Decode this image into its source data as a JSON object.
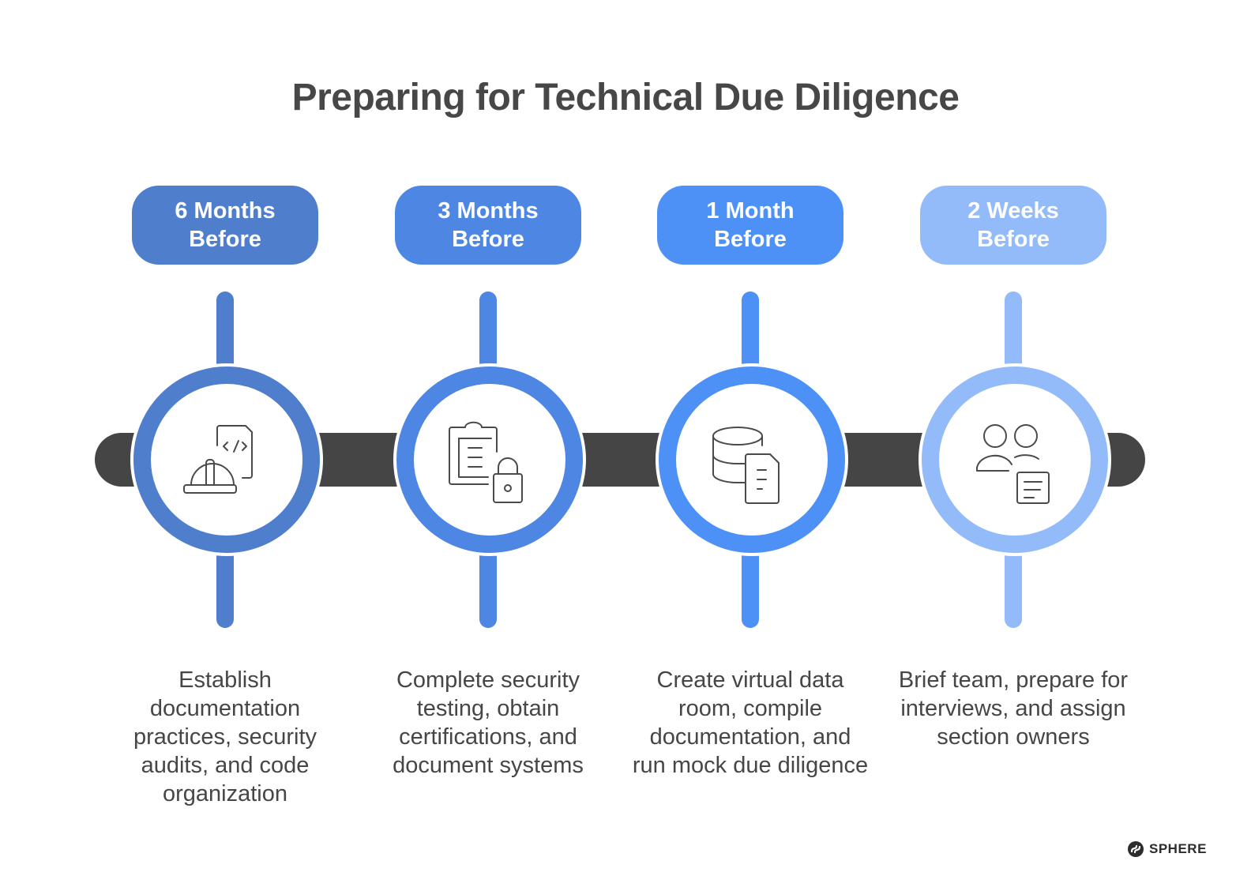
{
  "title": "Preparing for Technical Due Diligence",
  "colors": {
    "track": "#454545",
    "stage1": "#4f7fcc",
    "stage2": "#4d86e3",
    "stage3": "#4d91f7",
    "stage4": "#93bbf9"
  },
  "stages": [
    {
      "label_line1": "6 Months",
      "label_line2": "Before",
      "icon": "hardhat-code-document-icon",
      "description": "Establish documentation practices, security audits, and code organization"
    },
    {
      "label_line1": "3 Months",
      "label_line2": "Before",
      "icon": "clipboard-lock-icon",
      "description": "Complete security testing, obtain certifications, and document systems"
    },
    {
      "label_line1": "1 Month",
      "label_line2": "Before",
      "icon": "database-document-icon",
      "description": "Create virtual data room, compile documentation, and run mock due diligence"
    },
    {
      "label_line1": "2 Weeks",
      "label_line2": "Before",
      "icon": "team-document-icon",
      "description": "Brief team, prepare for interviews, and assign section owners"
    }
  ],
  "brand": {
    "name": "SPHERE",
    "icon": "sphere-logo-icon"
  }
}
